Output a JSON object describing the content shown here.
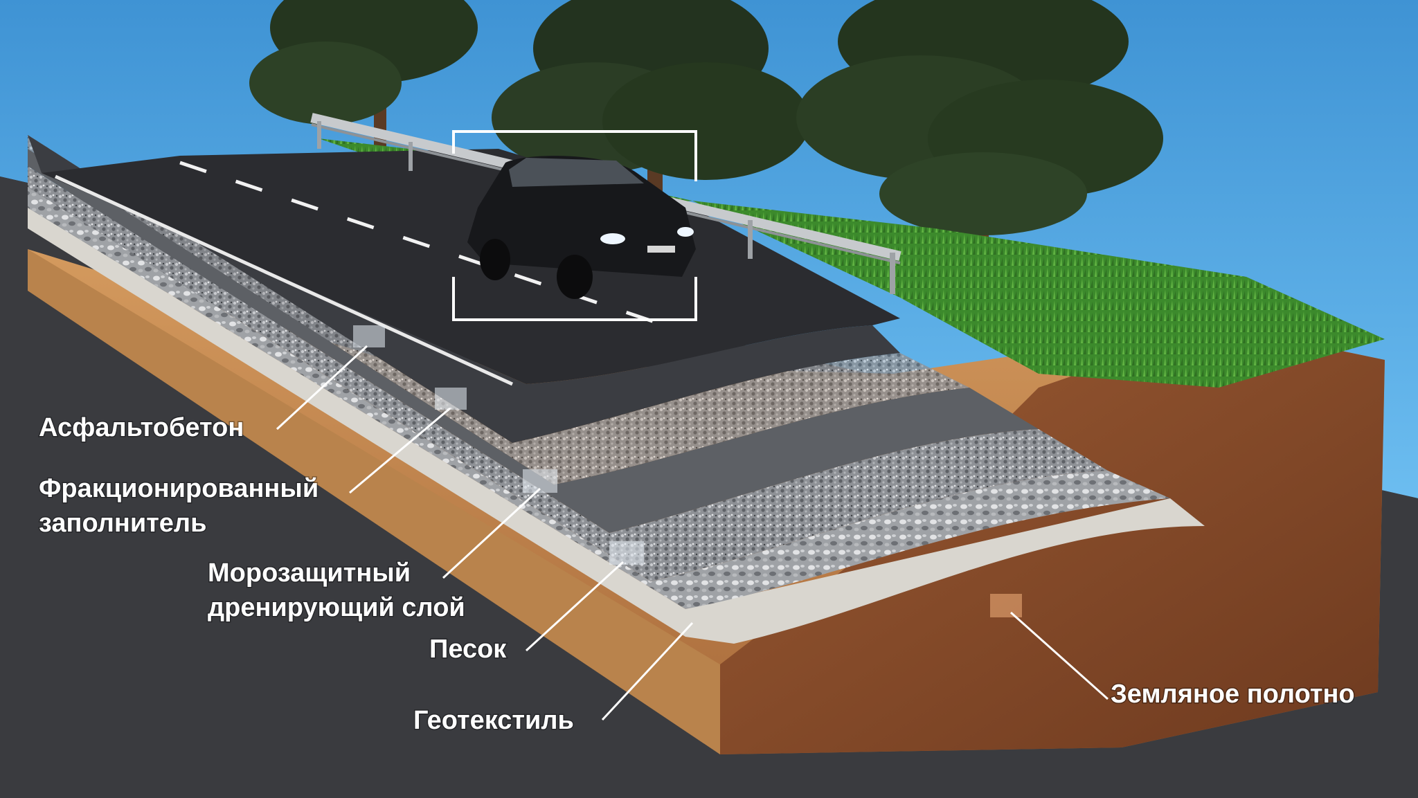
{
  "labels": {
    "asphalt": "Асфальтобетон",
    "aggregate_line1": "Фракционированный",
    "aggregate_line2": "заполнитель",
    "frost_line1": "Морозащитный",
    "frost_line2": "дренирующий слой",
    "sand": "Песок",
    "geotextile": "Геотекстиль",
    "subgrade": "Земляное полотно"
  },
  "colors": {
    "sky": "#4fa3df",
    "background": "#3a3b3f",
    "asphalt": "#2b2c30",
    "grass": "#3f8f2e",
    "soil": "#c08a52",
    "soil_dark": "#8a4f2c",
    "label": "#ffffff"
  },
  "icons": {
    "car": "car-icon",
    "trees": "tree-icon",
    "guardrail": "guardrail-icon"
  }
}
